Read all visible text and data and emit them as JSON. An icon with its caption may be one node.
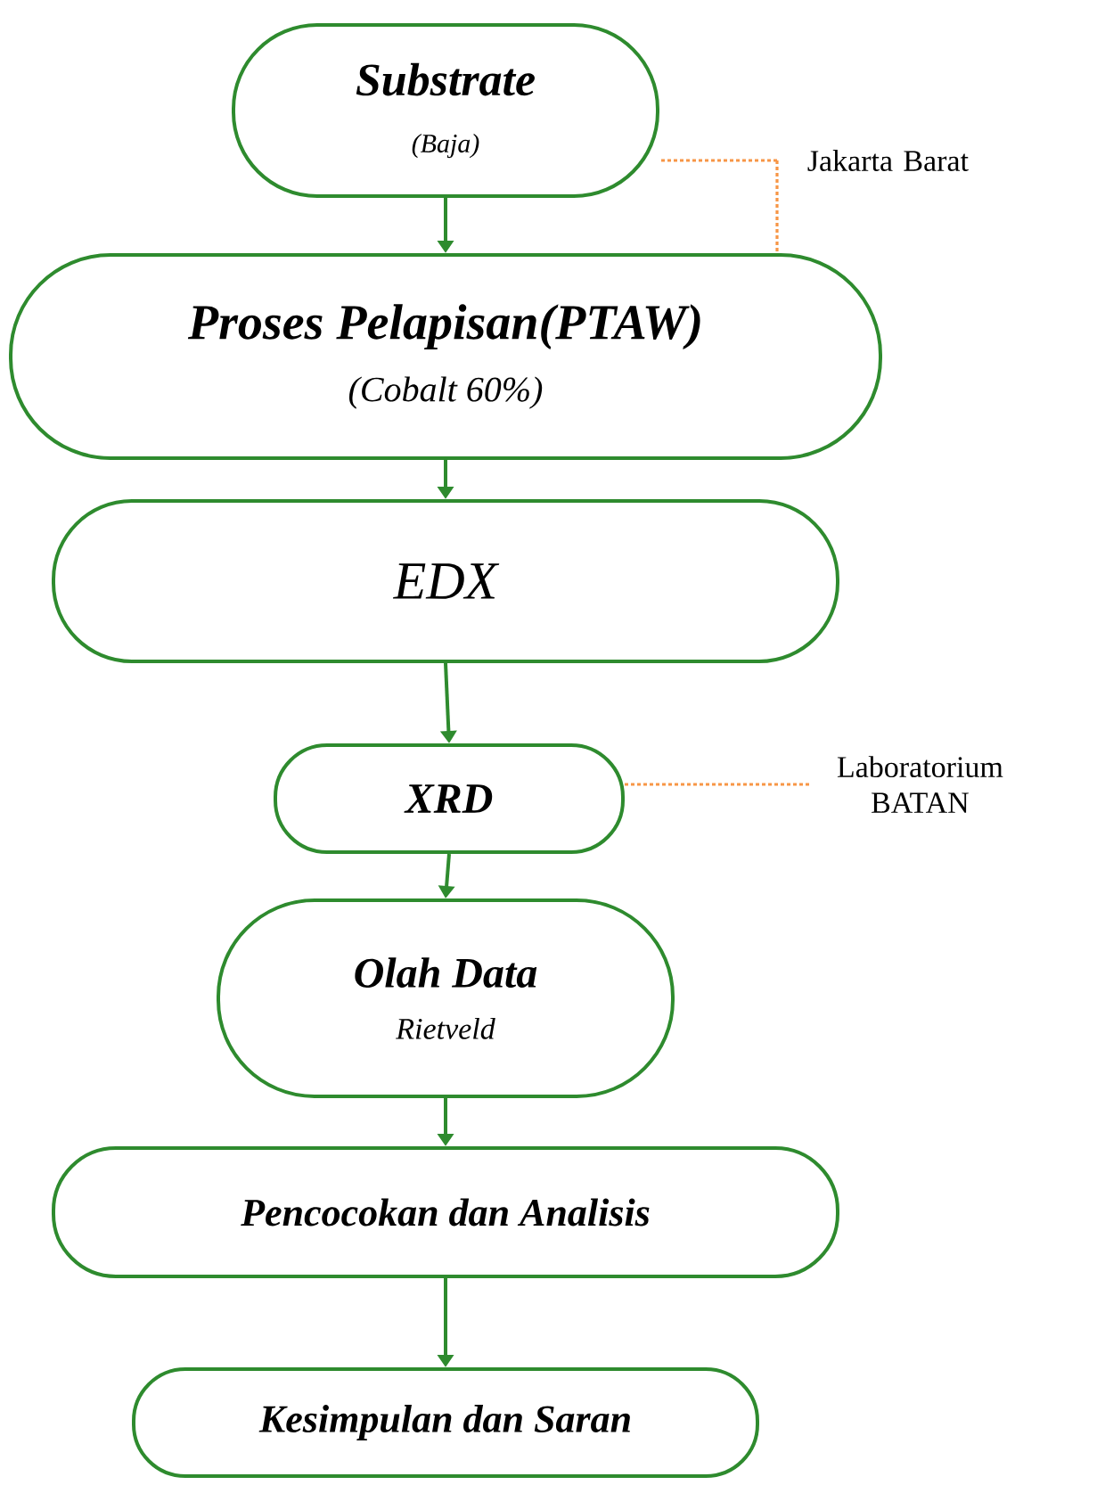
{
  "diagram": {
    "nodes": [
      {
        "text": [
          "Substrate",
          "(Baja)"
        ]
      },
      {
        "text": [
          "Proses Pelapisan(PTAW)",
          "(Cobalt 60%)"
        ]
      },
      {
        "text": [
          "EDX"
        ]
      },
      {
        "text": [
          "XRD"
        ]
      },
      {
        "text": [
          "Olah Data",
          "Rietveld"
        ]
      },
      {
        "text": [
          "Pencocokan dan Analisis"
        ]
      },
      {
        "text": [
          "Kesimpulan dan Saran"
        ]
      },
      {
        "text": [
          "Jakarta Barat"
        ]
      },
      {
        "text": [
          "Laboratorium BATAN"
        ]
      }
    ],
    "edges": [
      {
        "from": 0,
        "to": 1,
        "arrow": "to"
      },
      {
        "from": 1,
        "to": 2,
        "arrow": "to"
      },
      {
        "from": 2,
        "to": 3,
        "arrow": "to"
      },
      {
        "from": 3,
        "to": 4,
        "arrow": "to"
      },
      {
        "from": 4,
        "to": 5,
        "arrow": "to"
      },
      {
        "from": 5,
        "to": 6,
        "arrow": "to"
      },
      {
        "from": 7,
        "to": 0,
        "arrow": "none",
        "style": "dashed",
        "color": "#f79646"
      },
      {
        "from": 7,
        "to": 1,
        "arrow": "none",
        "style": "dashed",
        "color": "#f79646"
      },
      {
        "from": 8,
        "to": 3,
        "arrow": "none",
        "style": "dashed",
        "color": "#f79646"
      }
    ]
  }
}
